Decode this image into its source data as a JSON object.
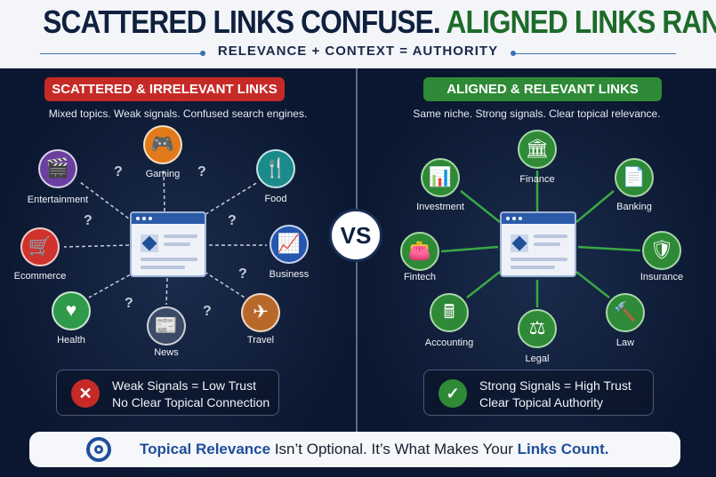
{
  "header": {
    "title_part1": "SCATTERED LINKS CONFUSE.",
    "title_part2": "ALIGNED LINKS RANK.",
    "subtitle": "RELEVANCE + CONTEXT = AUTHORITY"
  },
  "left": {
    "badge": "SCATTERED & IRRELEVANT LINKS",
    "tagline": "Mixed topics. Weak signals. Confused search engines.",
    "nodes": [
      {
        "label": "Entertainment",
        "icon": "clapperboard-icon",
        "glyph": "🎬",
        "color": "#6a3fa0"
      },
      {
        "label": "Gaming",
        "icon": "gamepad-icon",
        "glyph": "🎮",
        "color": "#e07a1a"
      },
      {
        "label": "Food",
        "icon": "utensils-icon",
        "glyph": "🍴",
        "color": "#1b8a8a"
      },
      {
        "label": "Ecommerce",
        "icon": "cart-icon",
        "glyph": "🛒",
        "color": "#d0322d"
      },
      {
        "label": "Business",
        "icon": "chart-icon",
        "glyph": "📈",
        "color": "#2556b0"
      },
      {
        "label": "Health",
        "icon": "heart-pulse-icon",
        "glyph": "♥",
        "color": "#2e9a4a"
      },
      {
        "label": "News",
        "icon": "newspaper-icon",
        "glyph": "📰",
        "color": "#3b4a66"
      },
      {
        "label": "Travel",
        "icon": "airplane-icon",
        "glyph": "✈",
        "color": "#b8692a"
      }
    ],
    "question_mark": "?",
    "summary": {
      "line1": "Weak Signals = Low Trust",
      "line2": "No Clear Topical Connection",
      "icon": "x-icon",
      "glyph": "✕"
    }
  },
  "vs": "VS",
  "right": {
    "badge": "ALIGNED & RELEVANT LINKS",
    "tagline": "Same niche. Strong signals. Clear topical relevance.",
    "nodes": [
      {
        "label": "Investment",
        "icon": "growth-chart-icon",
        "glyph": "📊"
      },
      {
        "label": "Finance",
        "icon": "bank-icon",
        "glyph": "🏛"
      },
      {
        "label": "Banking",
        "icon": "document-icon",
        "glyph": "📄"
      },
      {
        "label": "Fintech",
        "icon": "wallet-icon",
        "glyph": "👛"
      },
      {
        "label": "Insurance",
        "icon": "shield-check-icon",
        "glyph": "🛡"
      },
      {
        "label": "Accounting",
        "icon": "calculator-icon",
        "glyph": "🖩"
      },
      {
        "label": "Legal",
        "icon": "scales-icon",
        "glyph": "⚖"
      },
      {
        "label": "Law",
        "icon": "gavel-icon",
        "glyph": "🔨"
      }
    ],
    "summary": {
      "line1": "Strong Signals = High Trust",
      "line2": "Clear Topical Authority",
      "icon": "check-icon",
      "glyph": "✓"
    }
  },
  "banner": {
    "part1": "Topical Relevance",
    "part2": " Isn’t Optional. It’s What Makes Your ",
    "part3": "Links Count."
  },
  "colors": {
    "red": "#c62a27",
    "green": "#2e8a36",
    "navy": "#10203f",
    "blue": "#1f4f99"
  }
}
